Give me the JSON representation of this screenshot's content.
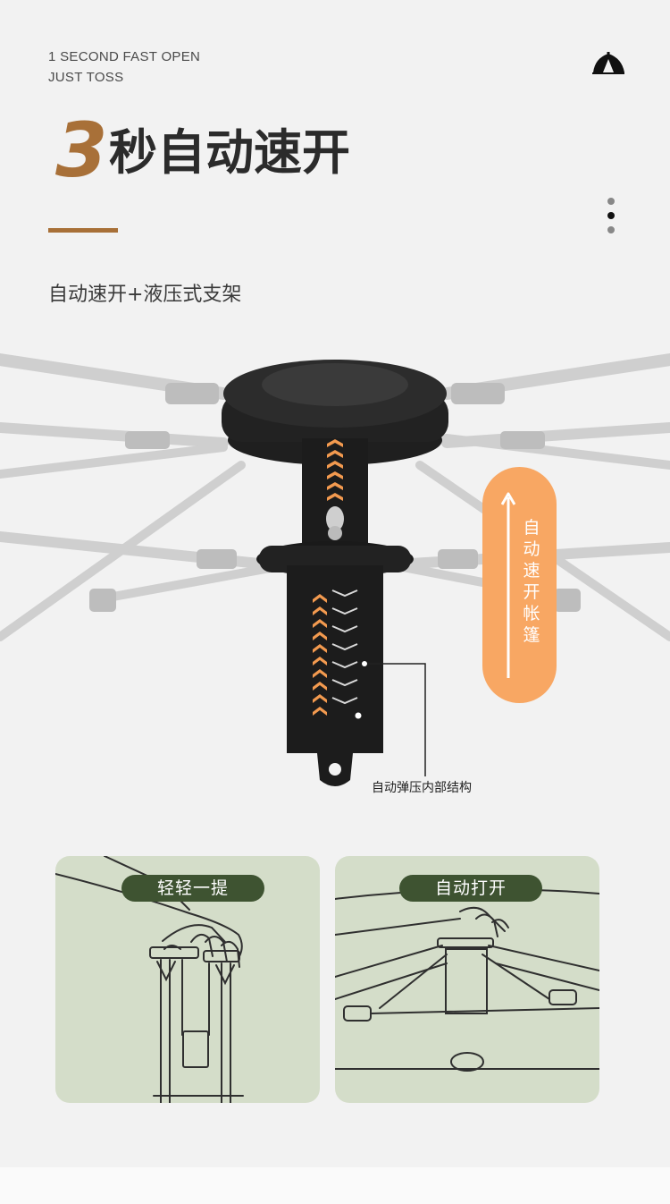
{
  "header": {
    "en_line1": "1 SECOND FAST OPEN",
    "en_line2": "JUST TOSS",
    "logo_icon": "tent-icon"
  },
  "title": {
    "number": "3",
    "text": "秒自动速开"
  },
  "subtitle": "自动速开+液压式支架",
  "page_indicator": {
    "dots": 3,
    "active_index": 1
  },
  "badge": {
    "text_chars": [
      "自",
      "动",
      "速",
      "开",
      "帐",
      "篷"
    ],
    "icon": "arrow-up-icon"
  },
  "callout": "自动弹压内部结构",
  "cards": [
    {
      "tag": "轻轻一提"
    },
    {
      "tag": "自动打开"
    }
  ],
  "colors": {
    "accent": "#a87038",
    "badge": "#f8a763",
    "card_bg": "#d4ddc9",
    "tag_bg": "#3e5331",
    "chevron": "#f39a4f",
    "background": "#f2f2f2"
  }
}
